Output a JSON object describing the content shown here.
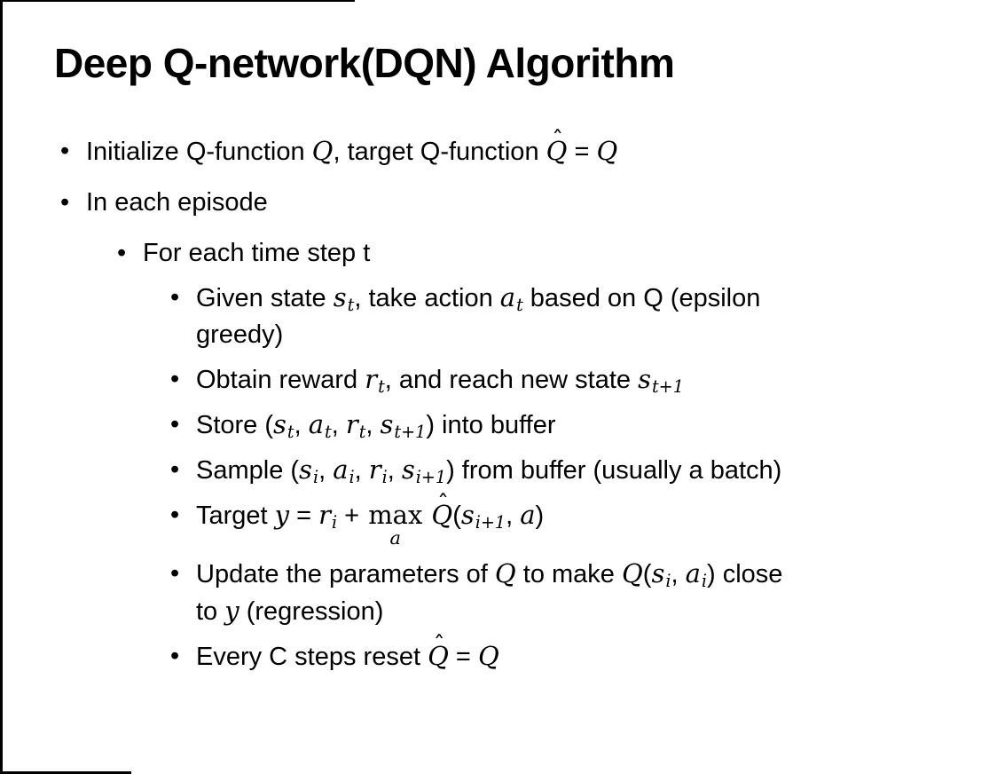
{
  "slide": {
    "title": "Deep Q-network(DQN) Algorithm",
    "bullet_char": "•",
    "bullets": [
      {
        "level": 1,
        "runs": [
          {
            "t": "tx",
            "v": "Initialize Q-function "
          },
          {
            "t": "i",
            "v": "Q"
          },
          {
            "t": "tx",
            "v": ", target Q-function "
          },
          {
            "t": "hat",
            "v": "Q",
            "mark": "ˆ"
          },
          {
            "t": "tx",
            "v": " = "
          },
          {
            "t": "i",
            "v": "Q"
          }
        ]
      },
      {
        "level": 1,
        "runs": [
          {
            "t": "tx",
            "v": "In each episode"
          }
        ]
      },
      {
        "level": 2,
        "runs": [
          {
            "t": "tx",
            "v": "For each time step t"
          }
        ]
      },
      {
        "level": 3,
        "runs": [
          {
            "t": "tx",
            "v": "Given state "
          },
          {
            "t": "isub",
            "v": "s",
            "sub": "t"
          },
          {
            "t": "tx",
            "v": ", take action "
          },
          {
            "t": "isub",
            "v": "a",
            "sub": "t"
          },
          {
            "t": "tx",
            "v": " based on Q (epsilon"
          },
          {
            "t": "br"
          },
          {
            "t": "tx",
            "v": "greedy)"
          }
        ]
      },
      {
        "level": 3,
        "runs": [
          {
            "t": "tx",
            "v": "Obtain reward "
          },
          {
            "t": "isub",
            "v": "r",
            "sub": "t"
          },
          {
            "t": "tx",
            "v": ", and reach new state "
          },
          {
            "t": "isub",
            "v": "s",
            "sub": "t+1"
          }
        ]
      },
      {
        "level": 3,
        "runs": [
          {
            "t": "tx",
            "v": "Store ("
          },
          {
            "t": "isub",
            "v": "s",
            "sub": "t"
          },
          {
            "t": "tx",
            "v": ", "
          },
          {
            "t": "isub",
            "v": "a",
            "sub": "t"
          },
          {
            "t": "tx",
            "v": ", "
          },
          {
            "t": "isub",
            "v": "r",
            "sub": "t"
          },
          {
            "t": "tx",
            "v": ", "
          },
          {
            "t": "isub",
            "v": "s",
            "sub": "t+1"
          },
          {
            "t": "tx",
            "v": ") into buffer"
          }
        ]
      },
      {
        "level": 3,
        "runs": [
          {
            "t": "tx",
            "v": "Sample ("
          },
          {
            "t": "isub",
            "v": "s",
            "sub": "i"
          },
          {
            "t": "tx",
            "v": ", "
          },
          {
            "t": "isub",
            "v": "a",
            "sub": "i"
          },
          {
            "t": "tx",
            "v": ", "
          },
          {
            "t": "isub",
            "v": "r",
            "sub": "i"
          },
          {
            "t": "tx",
            "v": ", "
          },
          {
            "t": "isub",
            "v": "s",
            "sub": "i+1"
          },
          {
            "t": "tx",
            "v": ") from buffer (usually a batch)"
          }
        ]
      },
      {
        "level": 3,
        "runs": [
          {
            "t": "tx",
            "v": "Target "
          },
          {
            "t": "i",
            "v": "y"
          },
          {
            "t": "tx",
            "v": " = "
          },
          {
            "t": "isub",
            "v": "r",
            "sub": "i"
          },
          {
            "t": "tx",
            "v": " + "
          },
          {
            "t": "munder",
            "v": "max",
            "under": "a"
          },
          {
            "t": "tx",
            "v": " "
          },
          {
            "t": "hat",
            "v": "Q",
            "mark": "ˆ"
          },
          {
            "t": "tx",
            "v": "("
          },
          {
            "t": "isub",
            "v": "s",
            "sub": "i+1"
          },
          {
            "t": "tx",
            "v": ", "
          },
          {
            "t": "i",
            "v": "a"
          },
          {
            "t": "tx",
            "v": ")"
          }
        ]
      },
      {
        "level": 3,
        "runs": [
          {
            "t": "tx",
            "v": "Update the parameters of "
          },
          {
            "t": "i",
            "v": "Q"
          },
          {
            "t": "tx",
            "v": " to make "
          },
          {
            "t": "i",
            "v": "Q"
          },
          {
            "t": "tx",
            "v": "("
          },
          {
            "t": "isub",
            "v": "s",
            "sub": "i"
          },
          {
            "t": "tx",
            "v": ", "
          },
          {
            "t": "isub",
            "v": "a",
            "sub": "i"
          },
          {
            "t": "tx",
            "v": ") close"
          },
          {
            "t": "br"
          },
          {
            "t": "tx",
            "v": "to "
          },
          {
            "t": "i",
            "v": "y"
          },
          {
            "t": "tx",
            "v": " (regression)"
          }
        ]
      },
      {
        "level": 3,
        "runs": [
          {
            "t": "tx",
            "v": "Every C steps reset "
          },
          {
            "t": "hat",
            "v": "Q",
            "mark": "ˆ"
          },
          {
            "t": "tx",
            "v": " = "
          },
          {
            "t": "i",
            "v": "Q"
          }
        ]
      }
    ]
  },
  "colors": {
    "text": "#000000",
    "background": "#ffffff",
    "border": "#000000"
  }
}
